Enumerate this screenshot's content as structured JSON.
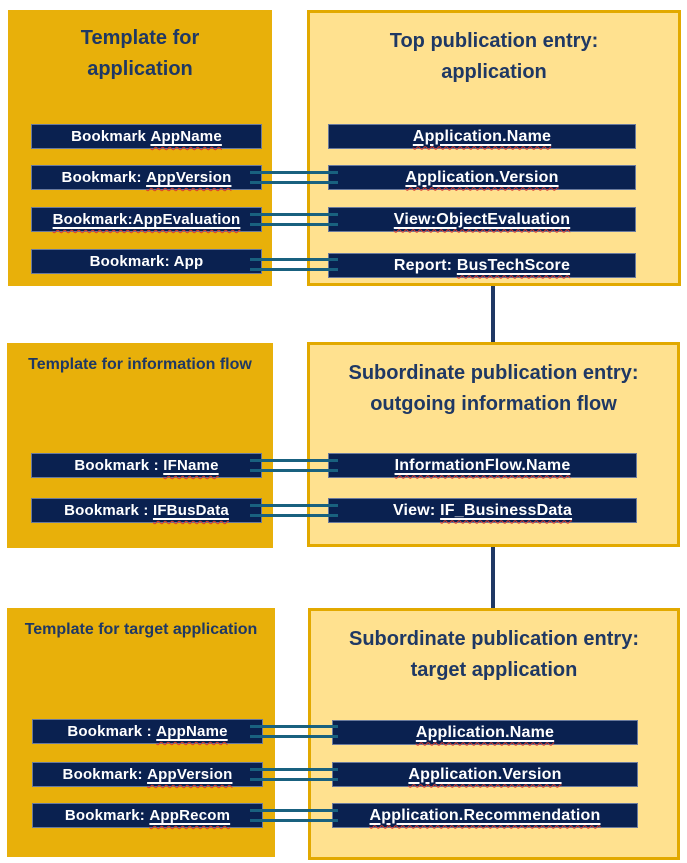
{
  "colors": {
    "template_fill": "#E8B00A",
    "publication_fill": "#FFE18F",
    "publication_border": "#E2A900",
    "bar_fill": "#0A2150",
    "bar_text": "#FFFFFF",
    "title_text": "#1F3864",
    "connector_double": "#19617F",
    "connector_vertical": "#1F3864",
    "spellcheck_squiggle": "#DE3B2E"
  },
  "sections": {
    "app": {
      "template": {
        "title": "Template for\napplication",
        "bars": [
          {
            "prefix": "Bookmark ",
            "link": "AppName"
          },
          {
            "prefix": "Bookmark: ",
            "link": "AppVersion"
          },
          {
            "prefix": "",
            "link": "Bookmark:AppEvaluation"
          },
          {
            "prefix": "Bookmark: App",
            "link": ""
          }
        ]
      },
      "publication": {
        "title": "Top publication entry:\napplication",
        "bars": [
          {
            "prefix": "",
            "link": "Application.Name"
          },
          {
            "prefix": "",
            "link": "Application.Version"
          },
          {
            "prefix": "",
            "link": "View:ObjectEvaluation"
          },
          {
            "prefix": "Report: ",
            "link": "BusTechScore"
          }
        ]
      }
    },
    "flow": {
      "template": {
        "title": "Template for information flow",
        "bars": [
          {
            "prefix": "Bookmark : ",
            "link": "IFName"
          },
          {
            "prefix": "Bookmark : ",
            "link": "IFBusData"
          }
        ]
      },
      "publication": {
        "title": "Subordinate publication entry:\noutgoing information flow",
        "bars": [
          {
            "prefix": "",
            "link": "InformationFlow.Name"
          },
          {
            "prefix": "View: ",
            "link": "IF_BusinessData"
          }
        ]
      }
    },
    "target": {
      "template": {
        "title": "Template for target application",
        "bars": [
          {
            "prefix": "Bookmark : ",
            "link": "AppName"
          },
          {
            "prefix": "Bookmark: ",
            "link": "AppVersion"
          },
          {
            "prefix": "Bookmark: ",
            "link": "AppRecom"
          }
        ]
      },
      "publication": {
        "title": "Subordinate publication entry:\ntarget application",
        "bars": [
          {
            "prefix": "",
            "link": "Application.Name"
          },
          {
            "prefix": "",
            "link": "Application.Version"
          },
          {
            "prefix": "",
            "link": "Application.Recommendation"
          }
        ]
      }
    }
  }
}
